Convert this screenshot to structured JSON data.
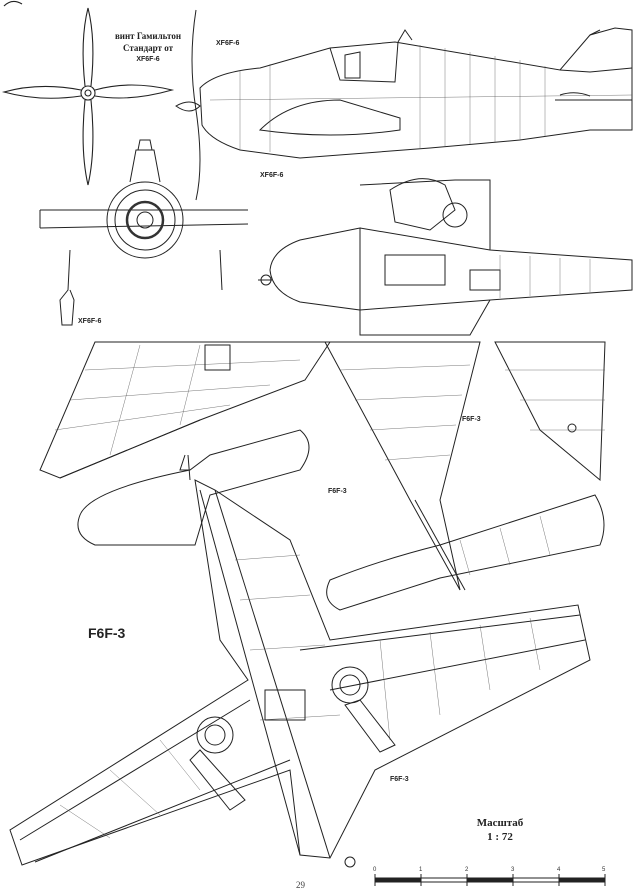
{
  "prop_caption": {
    "line1": "винт Гамильтон",
    "line2": "Стандарт от",
    "line3": "XF6F-6"
  },
  "labels": {
    "side_view": "XF6F-6",
    "side_view_lower": "XF6F-6",
    "front_view": "XF6F-6",
    "bottom_view_main": "F6F-3",
    "plan_upper_right": "F6F-3",
    "plan_center": "F6F-3",
    "plan_lower": "F6F-3"
  },
  "scale": {
    "title": "Масштаб",
    "ratio": "1 : 72",
    "ticks": [
      "0",
      "1",
      "2",
      "3",
      "4",
      "5"
    ]
  },
  "page_number": "29"
}
